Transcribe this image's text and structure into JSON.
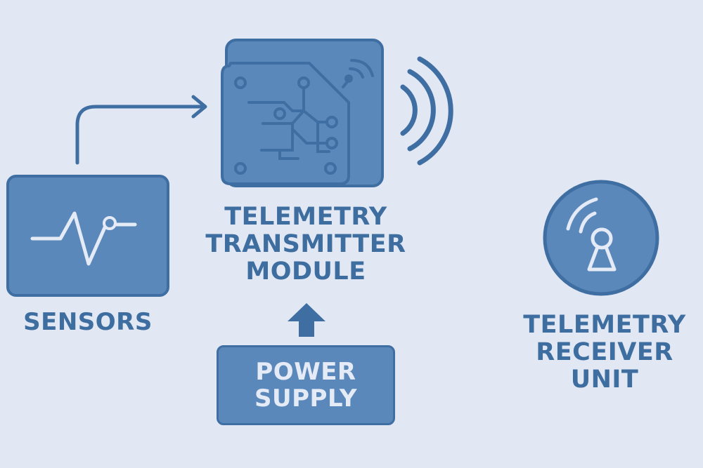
{
  "sensors": {
    "label": "SENSORS"
  },
  "transmitter": {
    "line1": "TELEMETRY",
    "line2": "TRANSMITTER",
    "line3": "MODULE"
  },
  "power_supply": {
    "line1": "POWER",
    "line2": "SUPPLY"
  },
  "receiver": {
    "line1": "TELEMETRY",
    "line2": "RECEIVER",
    "line3": "UNIT"
  },
  "colors": {
    "background": "#e1e7f3",
    "box_fill": "#5b88ba",
    "stroke": "#3f6ea2",
    "text": "#3e6da0",
    "light": "#e4ebf6"
  }
}
